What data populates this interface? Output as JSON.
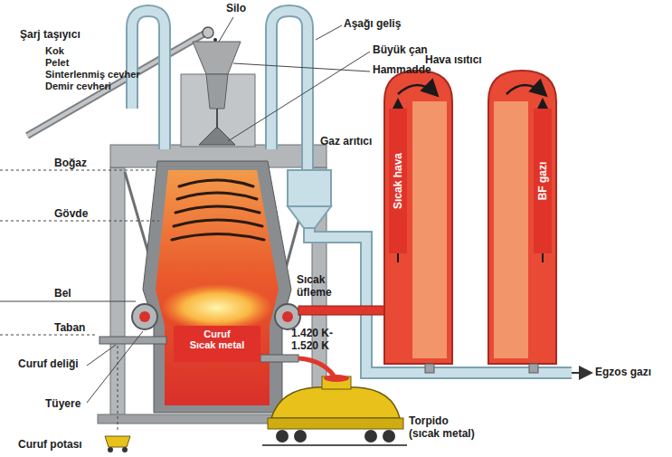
{
  "diagram": {
    "nodes": [
      {
        "text": [
          "Sıcak hava"
        ]
      },
      {
        "text": [
          "BF gazı"
        ]
      },
      {
        "text": [
          "Curuf",
          "Sıcak metal"
        ]
      }
    ],
    "labels": [
      "Silo",
      "Aşağı geliş",
      "Şarj taşıyıcı",
      "Kok",
      "Pelet",
      "Sinterlenmiş cevher",
      "Demir cevheri",
      "Büyük çan",
      "Hammadde",
      "Boğaz",
      "Gövde",
      "Gaz arıtıcı",
      "Hava ısıtıcı",
      "Bel",
      "Taban",
      "Sıcak üfleme",
      "1.420 K- 1.520 K",
      "Curuf deliği",
      "Tüyere",
      "Egzos gazı",
      "Curuf potası",
      "Torpido (sıcak metal)"
    ]
  }
}
